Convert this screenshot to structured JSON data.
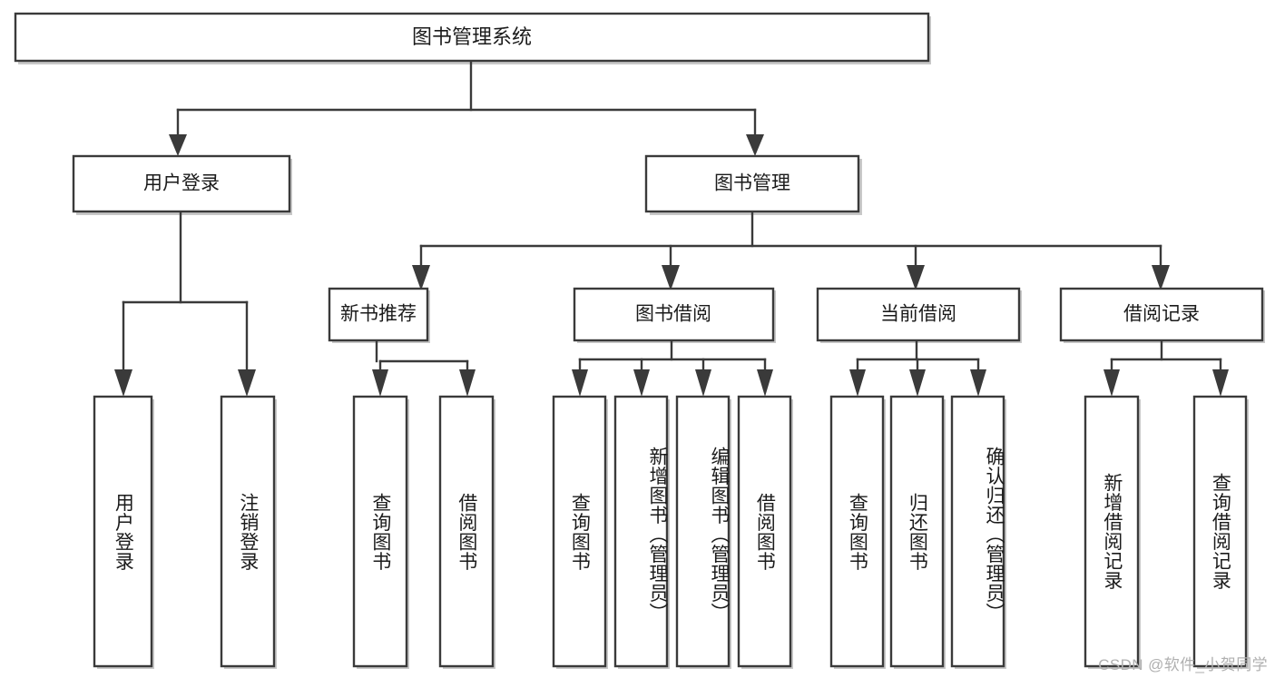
{
  "diagram": {
    "type": "tree",
    "title": "图书管理系统",
    "watermark": "CSDN @软件_小贺同学",
    "colors": {
      "stroke": "#3a3a3a",
      "fill": "#ffffff",
      "text": "#1b1b1b",
      "shadow": "#c8c8c8",
      "watermark": "#b0b0b0"
    },
    "nodes": {
      "root": "图书管理系统",
      "level2": {
        "user_login": "用户登录",
        "book_manage": "图书管理"
      },
      "level3": {
        "new_book_rec": "新书推荐",
        "book_borrow": "图书借阅",
        "current_borrow": "当前借阅",
        "borrow_record": "借阅记录"
      },
      "leaves": {
        "user_login_1": "用户登录",
        "user_login_2": "注销登录",
        "new_book_rec_1": "查询图书",
        "new_book_rec_2": "借阅图书",
        "book_borrow_1": "查询图书",
        "book_borrow_2": "新增图书（管理员）",
        "book_borrow_3": "编辑图书（管理员）",
        "book_borrow_4": "借阅图书",
        "current_borrow_1": "查询图书",
        "current_borrow_2": "归还图书",
        "current_borrow_3": "确认归还（管理员）",
        "borrow_record_1": "新增借阅记录",
        "borrow_record_2": "查询借阅记录"
      }
    }
  }
}
